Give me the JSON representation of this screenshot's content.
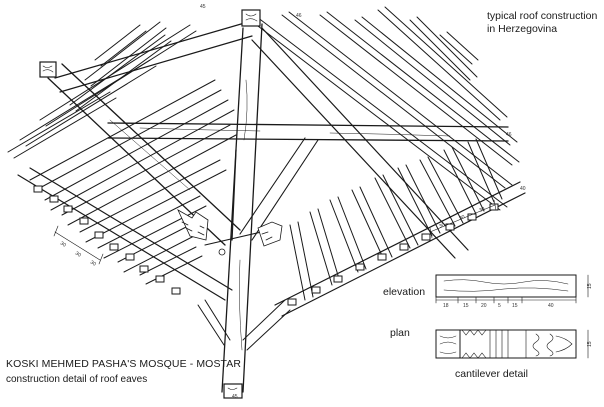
{
  "header": {
    "line1": "typical roof construction",
    "line2": "in Herzegovina"
  },
  "footer": {
    "title": "KOSKI MEHMED PASHA'S MOSQUE - MOSTAR",
    "subtitle": "construction detail of roof eaves"
  },
  "detail": {
    "elevation_label": "elevation",
    "plan_label": "plan",
    "cantilever_label": "cantilever detail"
  },
  "colors": {
    "ink": "#1a1a1a",
    "paper": "#ffffff"
  }
}
